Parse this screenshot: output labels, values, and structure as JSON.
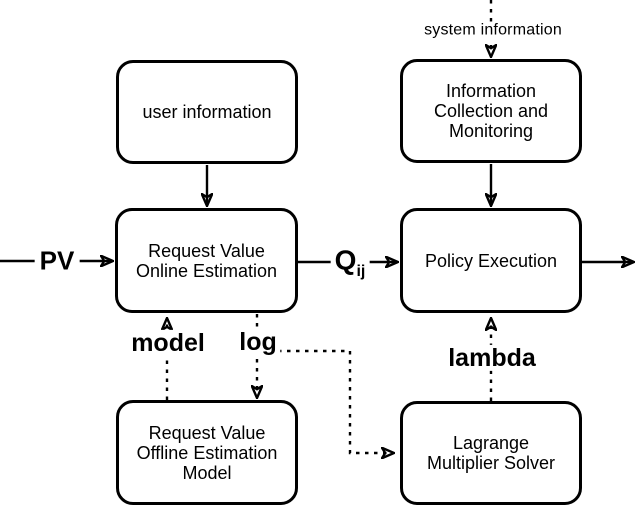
{
  "figure": {
    "boxes": {
      "user_information": "user information",
      "information_collection": "Information\nCollection and\nMonitoring",
      "online_estimation": "Request Value\nOnline Estimation",
      "policy_execution": "Policy Execution",
      "offline_model": "Request Value\nOffline Estimation\nModel",
      "lagrange_solver": "Lagrange\nMultiplier Solver"
    },
    "edge_labels": {
      "system_information": "system information",
      "pv": "PV",
      "q_main": "Q",
      "q_sub": "ij",
      "model": "model",
      "log": "log",
      "lambda": "lambda"
    },
    "colors": {
      "line": "#000000",
      "background": "#ffffff"
    }
  }
}
